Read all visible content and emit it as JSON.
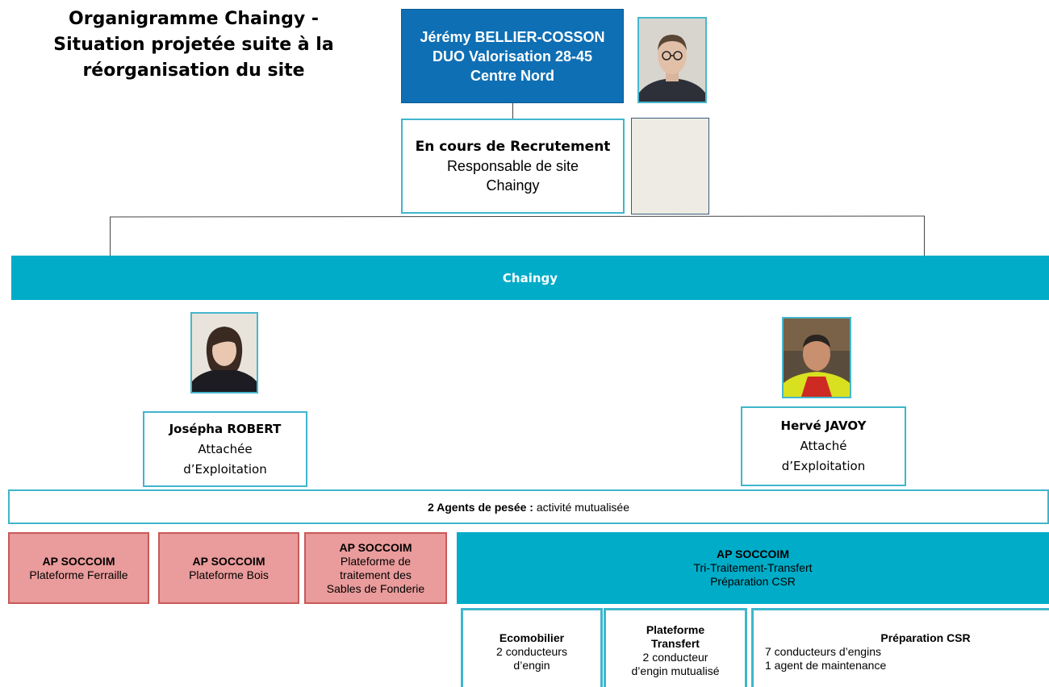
{
  "title": {
    "line1": "Organigramme Chaingy -",
    "line2": "Situation projetée suite à la",
    "line3": "réorganisation du site"
  },
  "director": {
    "name": "Jérémy BELLIER-COSSON",
    "unit": "DUO Valorisation 28-45",
    "region": "Centre Nord"
  },
  "recruitment": {
    "status": "En cours de Recrutement",
    "role": "Responsable de site",
    "site": "Chaingy"
  },
  "site_band": {
    "label": "Chaingy"
  },
  "attaches": [
    {
      "name": "Josépha ROBERT",
      "role_line1": "Attachée",
      "role_line2": "d’Exploitation"
    },
    {
      "name": "Hervé JAVOY",
      "role_line1": "Attaché",
      "role_line2": "d’Exploitation"
    }
  ],
  "pesee": {
    "bold": "2 Agents de pesée :",
    "rest": " activité mutualisée"
  },
  "units": [
    {
      "title": "AP SOCCOIM",
      "desc": [
        "Plateforme Ferraille"
      ]
    },
    {
      "title": "AP SOCCOIM",
      "desc": [
        "Plateforme Bois"
      ]
    },
    {
      "title": "AP SOCCOIM",
      "desc": [
        "Plateforme de",
        "traitement des",
        "Sables de Fonderie"
      ]
    },
    {
      "title": "AP SOCCOIM",
      "desc": [
        "Tri-Traitement-Transfert",
        "Préparation CSR"
      ]
    }
  ],
  "subunits": [
    {
      "title": "Ecomobilier",
      "desc": [
        "2 conducteurs",
        "d’engin"
      ]
    },
    {
      "title": "Plateforme Transfert",
      "desc": [
        "2 conducteur",
        "d’engin mutualisé"
      ]
    },
    {
      "title": "Préparation CSR",
      "desc": [
        "7 conducteurs d’engins",
        "1 agent de maintenance"
      ]
    }
  ],
  "colors": {
    "director_bg": "#0f6fb4",
    "band_teal": "#00acc8",
    "box_border": "#3fb6cc",
    "pink_unit": "#ea9b9b",
    "placeholder": "#edebe4"
  }
}
